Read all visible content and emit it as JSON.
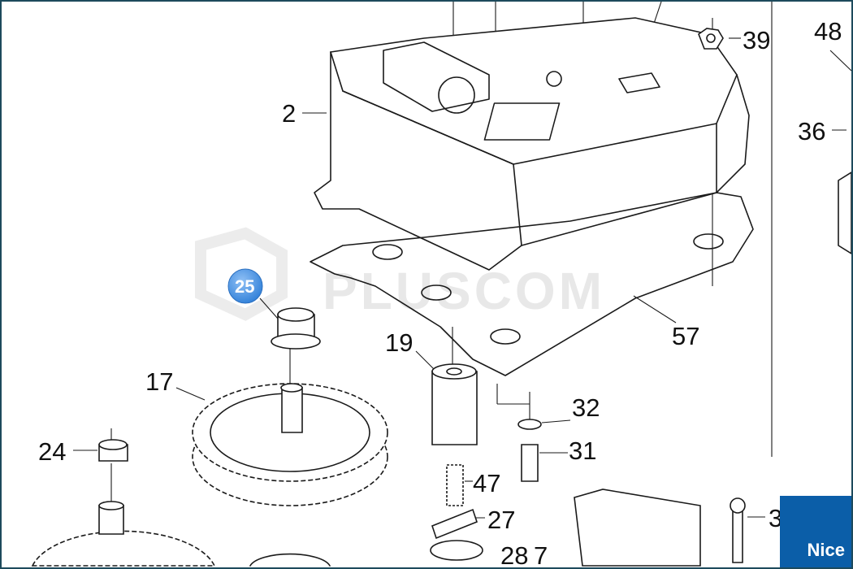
{
  "watermark": "PLUSCOM",
  "highlighted_part": "25",
  "brand_logo": "Nice",
  "part_labels": {
    "p48": "48",
    "p39": "39",
    "p2": "2",
    "p36": "36",
    "p57": "57",
    "p19": "19",
    "p17": "17",
    "p32": "32",
    "p24": "24",
    "p31": "31",
    "p47": "47",
    "p27": "27",
    "p28": "28",
    "p7": "7",
    "p3": "3"
  },
  "colors": {
    "badge": "#4a90e2",
    "logo_bg": "#0b5ea8",
    "frame": "#1d4a5c"
  }
}
